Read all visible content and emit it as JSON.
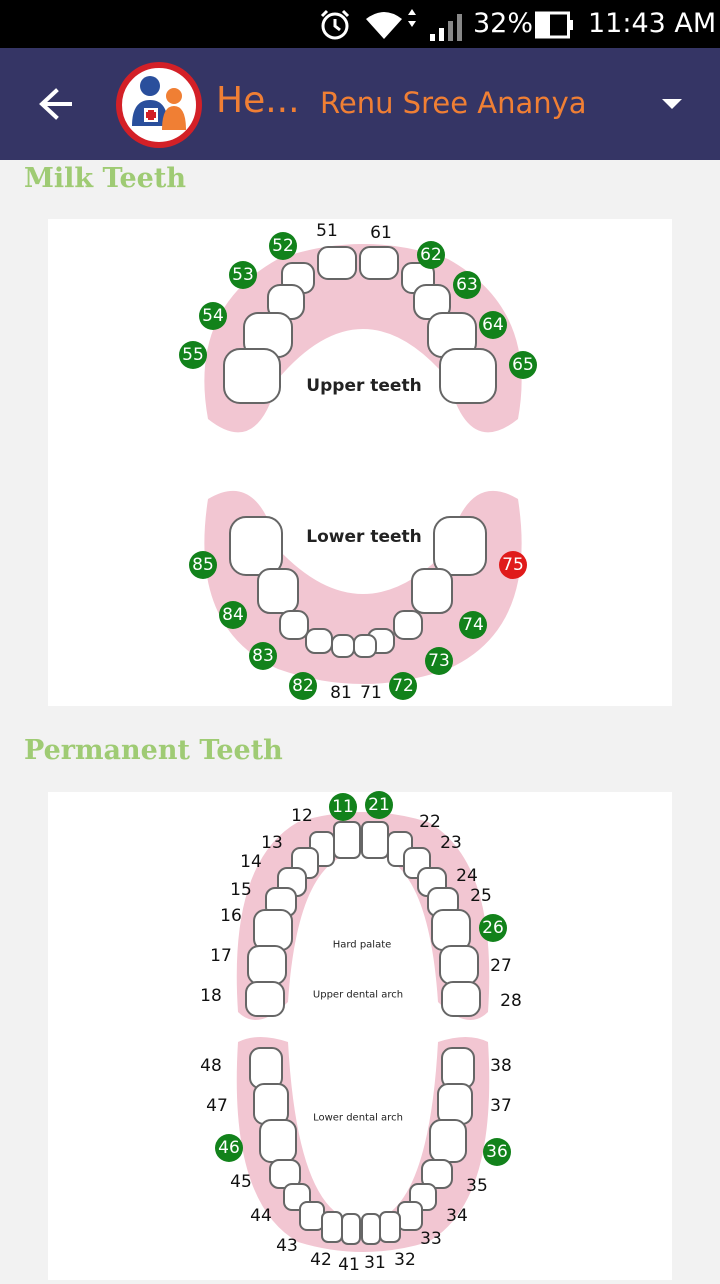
{
  "status_bar": {
    "battery": "32%",
    "time": "11:43 AM"
  },
  "header": {
    "app_title": "He...",
    "profile_name": "Renu Sree Ananya"
  },
  "sections": {
    "milk": {
      "heading": "Milk Teeth",
      "upper_label": "Upper teeth",
      "lower_label": "Lower teeth",
      "teeth": [
        {
          "n": "51",
          "state": "none"
        },
        {
          "n": "61",
          "state": "none"
        },
        {
          "n": "52",
          "state": "healthy"
        },
        {
          "n": "53",
          "state": "healthy"
        },
        {
          "n": "54",
          "state": "healthy"
        },
        {
          "n": "55",
          "state": "healthy"
        },
        {
          "n": "62",
          "state": "healthy"
        },
        {
          "n": "63",
          "state": "healthy"
        },
        {
          "n": "64",
          "state": "healthy"
        },
        {
          "n": "65",
          "state": "healthy"
        },
        {
          "n": "85",
          "state": "healthy"
        },
        {
          "n": "84",
          "state": "healthy"
        },
        {
          "n": "83",
          "state": "healthy"
        },
        {
          "n": "82",
          "state": "healthy"
        },
        {
          "n": "81",
          "state": "none"
        },
        {
          "n": "71",
          "state": "none"
        },
        {
          "n": "72",
          "state": "healthy"
        },
        {
          "n": "73",
          "state": "healthy"
        },
        {
          "n": "74",
          "state": "healthy"
        },
        {
          "n": "75",
          "state": "problem"
        }
      ]
    },
    "permanent": {
      "heading": "Permanent Teeth",
      "palate_label": "Hard palate",
      "upper_arch_label": "Upper dental arch",
      "lower_arch_label": "Lower dental arch",
      "teeth": [
        {
          "n": "11",
          "state": "healthy"
        },
        {
          "n": "21",
          "state": "healthy"
        },
        {
          "n": "12",
          "state": "none"
        },
        {
          "n": "13",
          "state": "none"
        },
        {
          "n": "14",
          "state": "none"
        },
        {
          "n": "15",
          "state": "none"
        },
        {
          "n": "16",
          "state": "none"
        },
        {
          "n": "17",
          "state": "none"
        },
        {
          "n": "18",
          "state": "none"
        },
        {
          "n": "22",
          "state": "none"
        },
        {
          "n": "23",
          "state": "none"
        },
        {
          "n": "24",
          "state": "none"
        },
        {
          "n": "25",
          "state": "none"
        },
        {
          "n": "26",
          "state": "healthy"
        },
        {
          "n": "27",
          "state": "none"
        },
        {
          "n": "28",
          "state": "none"
        },
        {
          "n": "48",
          "state": "none"
        },
        {
          "n": "47",
          "state": "none"
        },
        {
          "n": "46",
          "state": "healthy"
        },
        {
          "n": "45",
          "state": "none"
        },
        {
          "n": "44",
          "state": "none"
        },
        {
          "n": "43",
          "state": "none"
        },
        {
          "n": "42",
          "state": "none"
        },
        {
          "n": "41",
          "state": "none"
        },
        {
          "n": "31",
          "state": "none"
        },
        {
          "n": "32",
          "state": "none"
        },
        {
          "n": "33",
          "state": "none"
        },
        {
          "n": "34",
          "state": "none"
        },
        {
          "n": "35",
          "state": "none"
        },
        {
          "n": "36",
          "state": "healthy"
        },
        {
          "n": "37",
          "state": "none"
        },
        {
          "n": "38",
          "state": "none"
        }
      ]
    }
  },
  "colors": {
    "appbar": "#353565",
    "accent": "#f07f34",
    "healthy": "#12821b",
    "problem": "#e01b1b",
    "heading": "#9fcb74"
  },
  "icons": {
    "back": "back-arrow-icon",
    "dropdown": "dropdown-triangle-icon",
    "logo": "family-health-logo-icon"
  }
}
